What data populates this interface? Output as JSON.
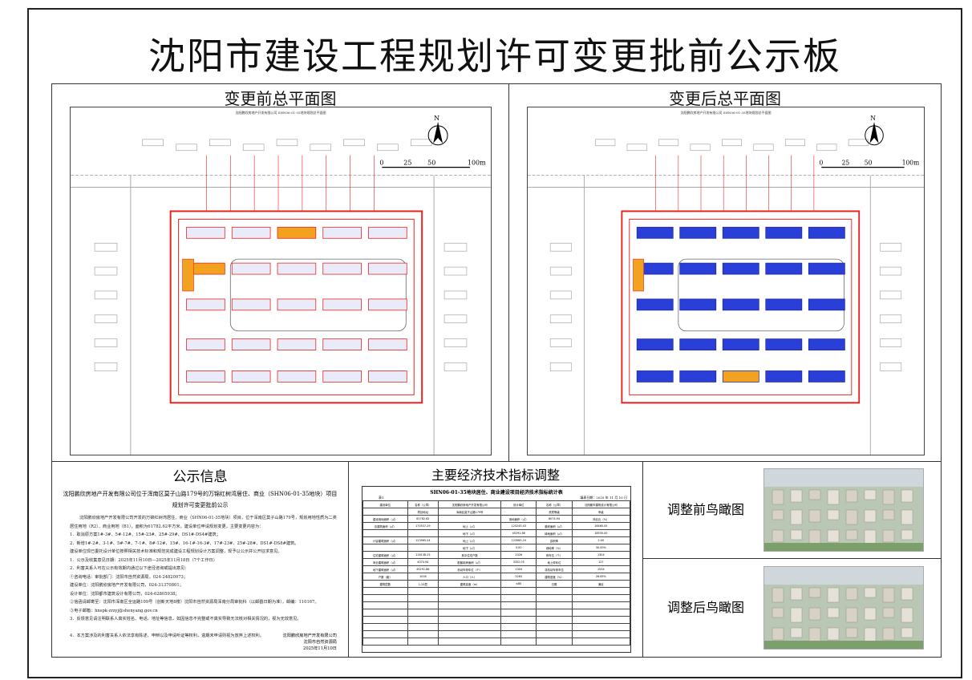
{
  "title": "沈阳市建设工程规划许可变更批前公示板",
  "plans": {
    "before": {
      "title": "变更前总平面图",
      "caption": "沈阳鹏欣房地产开发有限公司 SHN06-01-35地块规划总平面图",
      "scale": [
        "0",
        "25",
        "50",
        "100m"
      ],
      "north": "N"
    },
    "after": {
      "title": "变更后总平面图",
      "caption": "沈阳鹏欣房地产开发有限公司 SHN06-01-35地块规划总平面图",
      "scale": [
        "0",
        "25",
        "50",
        "100m"
      ],
      "north": "N"
    }
  },
  "info": {
    "heading": "公示信息",
    "subtitle1": "沈阳鹏欣房地产开发有限公司位于浑南区莫子山路179号的万锦红树湾居住、商业（SHN06-01-35地块）项目",
    "subtitle2": "规划许可变更批前公示",
    "paragraphs": [
      "沈阳鹏欣房地产开发有限公司开发的万锦红树湾居住、商业（SHN06-01-35地块）项目，位于浑南区莫子山路179号，规划用地性质为二类居住用地（R2）、商业用地（B1），面积为61782.62平方米。建设单位申请规划变更，主要变更内容为：",
      "1．取消原方案1#-3#、5#-12#、15#-23#、25#-29#、DS1#-DS4#建筑；",
      "2．新增1#-2#、3-1#、5#-7#、7-1#、8#-12#、15#、16-1#-16-3#、17#-23#、25#-28#、DS1#-DS8#建筑。",
      "建设单位现已委托设计单位按照相关技术标准和规范完成建设工程规划设计方案调整，现予以公示并公开征求意见。",
      "1．公示及收集意见日期：2025年11月10日—2025年11月18日（7个工作日）",
      "2．利害关系人可在公示有效期内通过以下途径咨询或提出意见：",
      "①咨询电话：审批部门：沈阳市自然资源局，024-24820973；",
      "建设单位：沈阳鹏欣房地产开发有限公司，024-31370801；",
      "设计单位：沈阳都市建筑设计有限公司，024-62805938；",
      "②信函请邮寄至：沈阳市浑南区全运路109号（创新天地8楼）沈阳市自然资源局浑南分局审批科（以邮戳日期为准），邮编：110167。",
      "③电子邮箱：hnspk-zrzyj@shenyang.gov.cn",
      "3．反馈意见请注明联系人真实姓名、电话、地址等信息，如因信息不完整或不真实导致无法核对相关情况的，视为无效意见。",
      "4．本方案涉及的利害关系人依法享有陈述、申辩以及申请听证等权利，逾期未申请则视为放弃上述权利。"
    ],
    "signature": [
      "沈阳鹏欣房地产开发有限公司",
      "沈阳市自然资源局",
      "2025年11月10日"
    ]
  },
  "table": {
    "heading": "主要经济技术指标调整",
    "caption": "SHN06-01-35地块居住、商业建设项目经济技术指标统计表",
    "label": "表1",
    "date": "填表日期：2025 年 11 月 10 日",
    "rows": [
      [
        "建设单位",
        "名称（公章）",
        "沈阳鹏欣房地产开发有限公司",
        "设计单位",
        "名称（公章）",
        "沈阳都市建筑设计有限公司"
      ],
      [
        "",
        "项目地址",
        "浑南区莫子山路179号",
        "",
        "资质等级",
        "甲级"
      ],
      [
        "建设用地面积（㎡）",
        "61782.62",
        "",
        "用地面积（㎡）",
        "6074.94",
        "商业比（%）"
      ],
      [
        "总建筑面积（㎡）",
        "170537.29",
        "地上（㎡）",
        "125245.43",
        "基底面积（㎡）",
        "16465.05"
      ],
      [
        "",
        "",
        "地下（㎡）",
        "45291.86",
        "绿地面积（㎡）",
        "18535.00"
      ],
      [
        "计容建筑面积（㎡）",
        "123565.24",
        "地上（㎡）",
        "123565.24",
        "容积率",
        "2.00"
      ],
      [
        "",
        "",
        "地下（㎡）",
        "0.00",
        "绿地率（%）",
        "30.00%"
      ],
      [
        "住宅建筑面积（㎡）",
        "116138.25",
        "其中住宅户数",
        "1026",
        "停车位（个）",
        "1304"
      ],
      [
        "商业建筑面积（㎡）",
        "4074.94",
        "配套用房面积（㎡）",
        "3352.05",
        "地上停车位",
        "127"
      ],
      [
        "地下建筑面积（㎡）",
        "45291.86",
        "机动车停车位（个）",
        "1304",
        "非机动车停车位",
        "1534"
      ],
      [
        "户数（套）",
        "1026",
        "人口（人）",
        "3283",
        "建筑密度（%）",
        "26.65%"
      ],
      [
        "建筑层数",
        "1-25层",
        "建筑高度（m）",
        "≤80",
        "日照",
        "满足"
      ]
    ]
  },
  "aerial": {
    "before": "调整前鸟瞰图",
    "after": "调整后鸟瞰图"
  },
  "colors": {
    "red": "#e8221f",
    "blue": "#2a3fd8",
    "orange": "#f2a21e"
  }
}
